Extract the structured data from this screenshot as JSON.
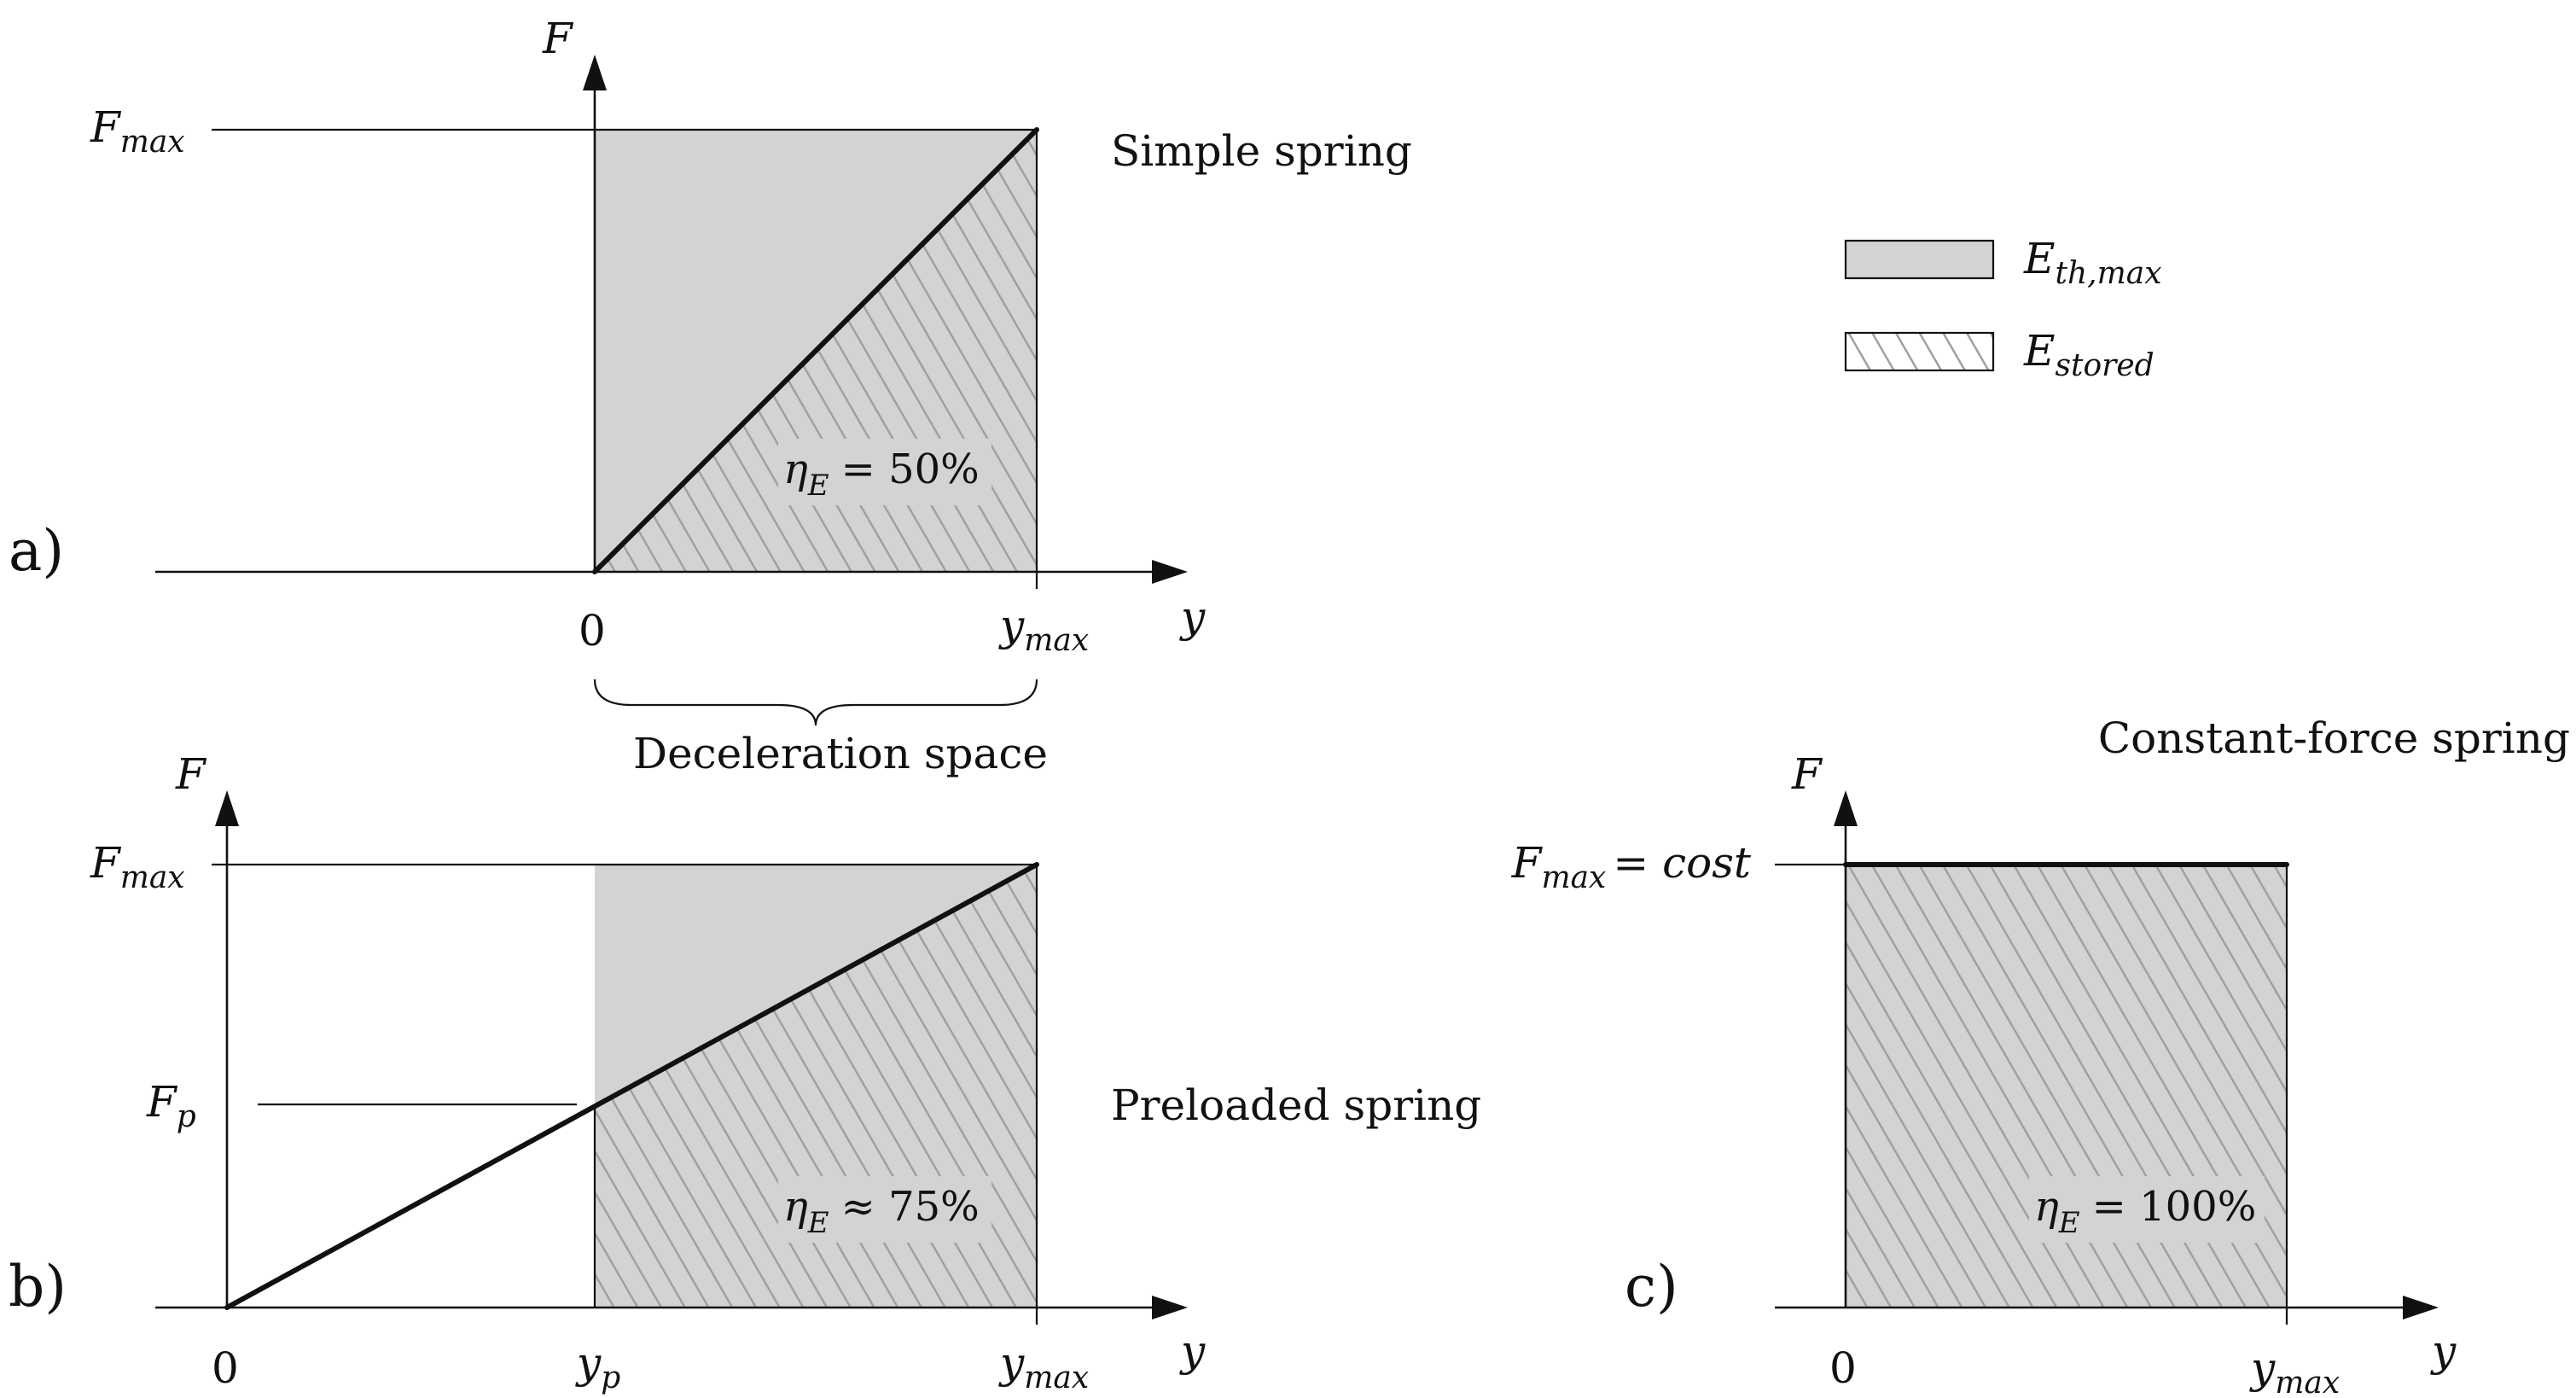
{
  "colors": {
    "theoretical_fill": "#d3d3d3",
    "hatch_line": "#a0a0a0",
    "ink": "#111111"
  },
  "legend": {
    "theoretical": {
      "base": "E",
      "sub": "th,max"
    },
    "stored": {
      "base": "E",
      "sub": "stored"
    }
  },
  "panel_a": {
    "tag": "a)",
    "title": "Simple spring",
    "y_axis": "F",
    "x_axis": "y",
    "fmax": {
      "base": "F",
      "sub": "max"
    },
    "zero": "0",
    "ymax": {
      "base": "y",
      "sub": "max"
    },
    "efficiency": {
      "symbol": "η",
      "sub": "E",
      "rel": "= 50%"
    },
    "brace_label": "Deceleration space"
  },
  "panel_b": {
    "tag": "b)",
    "title": "Preloaded spring",
    "y_axis": "F",
    "x_axis": "y",
    "fmax": {
      "base": "F",
      "sub": "max"
    },
    "fp": {
      "base": "F",
      "sub": "p"
    },
    "zero": "0",
    "yp": {
      "base": "y",
      "sub": "p"
    },
    "ymax": {
      "base": "y",
      "sub": "max"
    },
    "efficiency": {
      "symbol": "η",
      "sub": "E",
      "rel": "≈ 75%"
    }
  },
  "panel_c": {
    "tag": "c)",
    "title": "Constant-force spring",
    "y_axis": "F",
    "x_axis": "y",
    "fmax": {
      "base": "F",
      "sub": "max",
      "rel": "= ",
      "cost": "cost"
    },
    "zero": "0",
    "ymax": {
      "base": "y",
      "sub": "max"
    },
    "efficiency": {
      "symbol": "η",
      "sub": "E",
      "rel": "= 100%"
    }
  }
}
